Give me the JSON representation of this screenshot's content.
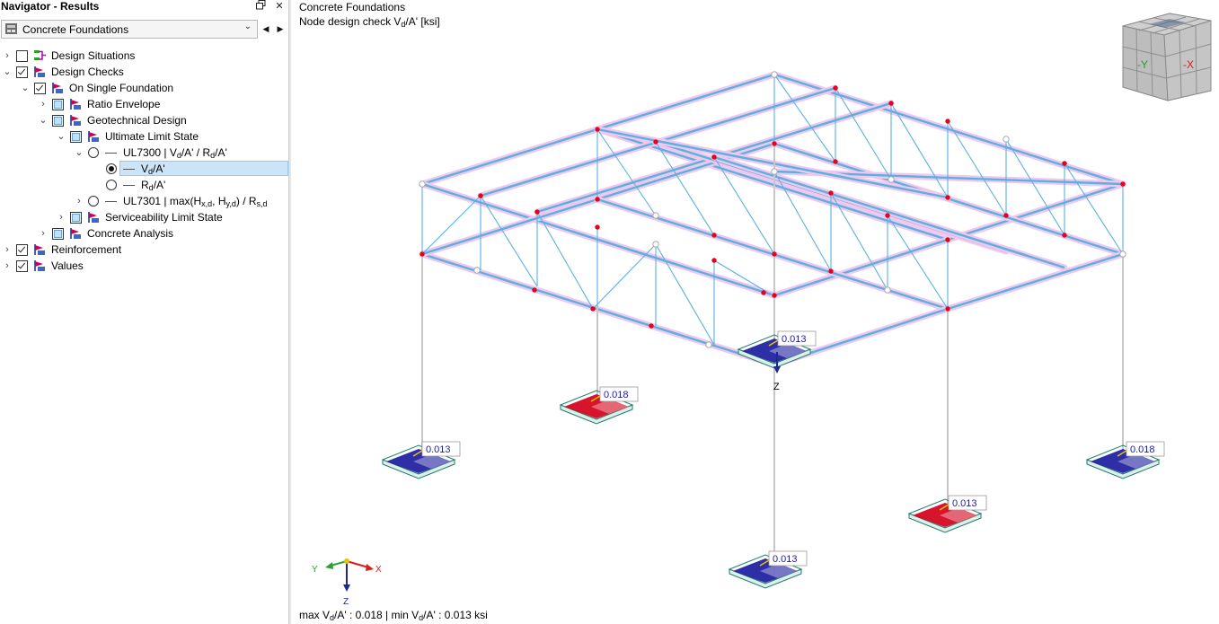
{
  "navigator": {
    "title": "Navigator - Results",
    "combo_label": "Concrete Foundations",
    "tree": {
      "design_situations": "Design Situations",
      "design_checks": "Design Checks",
      "on_single_foundation": "On Single Foundation",
      "ratio_envelope": "Ratio Envelope",
      "geotechnical_design": "Geotechnical Design",
      "ultimate_limit_state": "Ultimate Limit State",
      "ul7300": {
        "pre": "UL7300 | V",
        "s1": "d",
        "mid": "/A' / R",
        "s2": "d",
        "post": "/A'"
      },
      "vd": {
        "pre": "V",
        "s": "d",
        "post": "/A'"
      },
      "rd": {
        "pre": "R",
        "s": "d",
        "post": "/A'"
      },
      "ul7301": {
        "pre": "UL7301 | max(H",
        "s1": "x,d",
        "mid": ", H",
        "s2": "y,d",
        "post": ") / R",
        "s3": "s,d"
      },
      "serviceability_limit_state": "Serviceability Limit State",
      "concrete_analysis": "Concrete Analysis",
      "reinforcement": "Reinforcement",
      "values": "Values"
    }
  },
  "viewport": {
    "title": "Concrete Foundations",
    "subtitle": {
      "pre": "Node design check V",
      "s": "d",
      "post": "/A' [ksi]"
    },
    "footer": {
      "a": "max V",
      "s1": "d",
      "b": "/A' : 0.018 | min V",
      "s2": "d",
      "c": "/A' : 0.013 ksi"
    },
    "axis_labels": {
      "x": "X",
      "y": "Y",
      "z": "Z"
    },
    "viewcube": {
      "neg_y": "-Y",
      "neg_x": "-X"
    },
    "foundation_values": [
      "0.013",
      "0.018",
      "0.013",
      "0.013",
      "0.018",
      "0.013"
    ],
    "colors": {
      "member": "#5ab1e0",
      "node": "#e8001c",
      "soil_pressure_high": "#d4001a",
      "soil_pressure_low": "#1c1ca0",
      "foundation_outline": "#1e7e6e"
    }
  }
}
